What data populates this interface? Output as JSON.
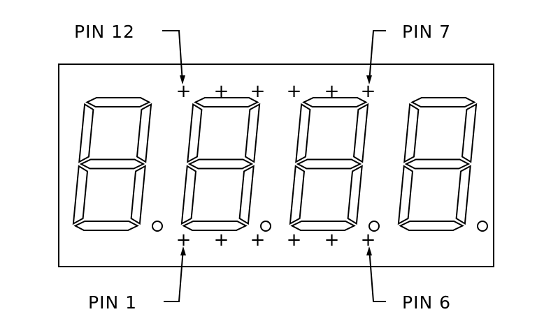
{
  "diagram": {
    "stroke_color": "#000000",
    "background_color": "#ffffff",
    "digit_count": 4,
    "pin_labels": {
      "pin12": "PIN 12",
      "pin7": "PIN 7",
      "pin1": "PIN 1",
      "pin6": "PIN 6"
    },
    "pin_marker_symbol": "+",
    "pins_per_row": 6,
    "decimal_point_shape": "circle"
  }
}
